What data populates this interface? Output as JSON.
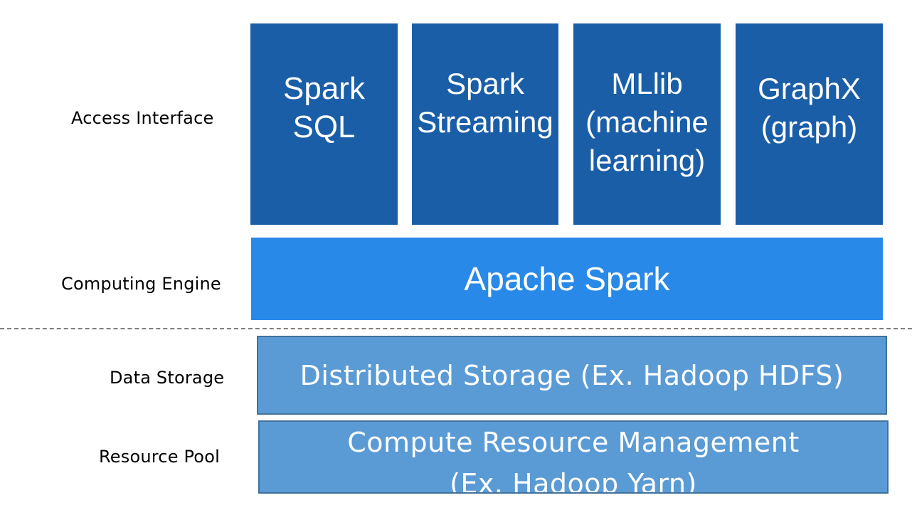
{
  "labels": {
    "access_interface": "Access Interface",
    "computing_engine": "Computing Engine",
    "data_storage": "Data Storage",
    "resource_pool": "Resource Pool"
  },
  "modules": [
    {
      "line1": "Spark",
      "line2": "SQL",
      "line3": ""
    },
    {
      "line1": "Spark",
      "line2": "Streaming",
      "line3": ""
    },
    {
      "line1": "MLlib",
      "line2": "(machine",
      "line3": "learning)"
    },
    {
      "line1": "GraphX",
      "line2": "(graph)",
      "line3": ""
    }
  ],
  "engine": {
    "label": "Apache Spark"
  },
  "storage": {
    "label": "Distributed Storage (Ex. Hadoop HDFS)"
  },
  "resource": {
    "line1": "Compute Resource Management",
    "line2": "(Ex. Hadoop Yarn)"
  },
  "colors": {
    "module": "#1a5ea8",
    "engine": "#2889e8",
    "storage": "#5b9bd5",
    "border": "#41719c"
  }
}
